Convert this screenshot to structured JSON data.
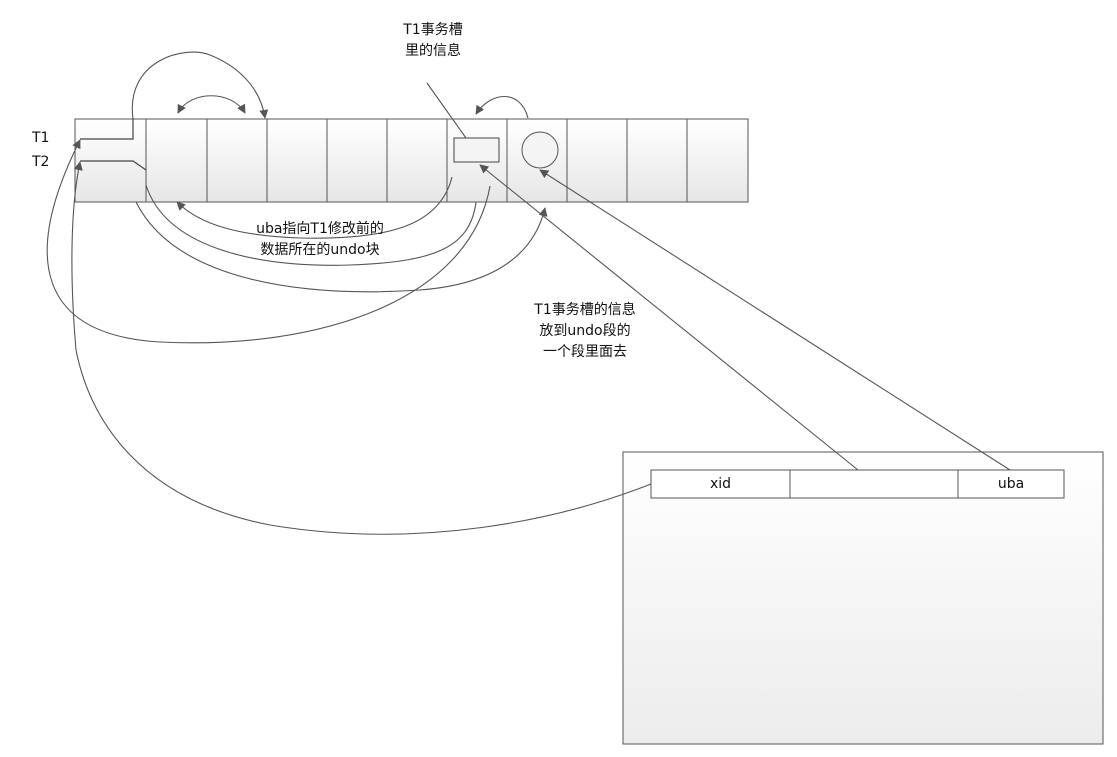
{
  "labels": {
    "t1": "T1",
    "t2": "T2",
    "slot_info": [
      "T1事务槽",
      "里的信息"
    ],
    "uba_note": [
      "uba指向T1修改前的",
      "数据所在的undo块"
    ],
    "move_note": [
      "T1事务槽的信息",
      "放到undo段的",
      "一个段里面去"
    ]
  },
  "undo_block": {
    "fields": [
      "xid",
      "",
      "uba"
    ]
  }
}
